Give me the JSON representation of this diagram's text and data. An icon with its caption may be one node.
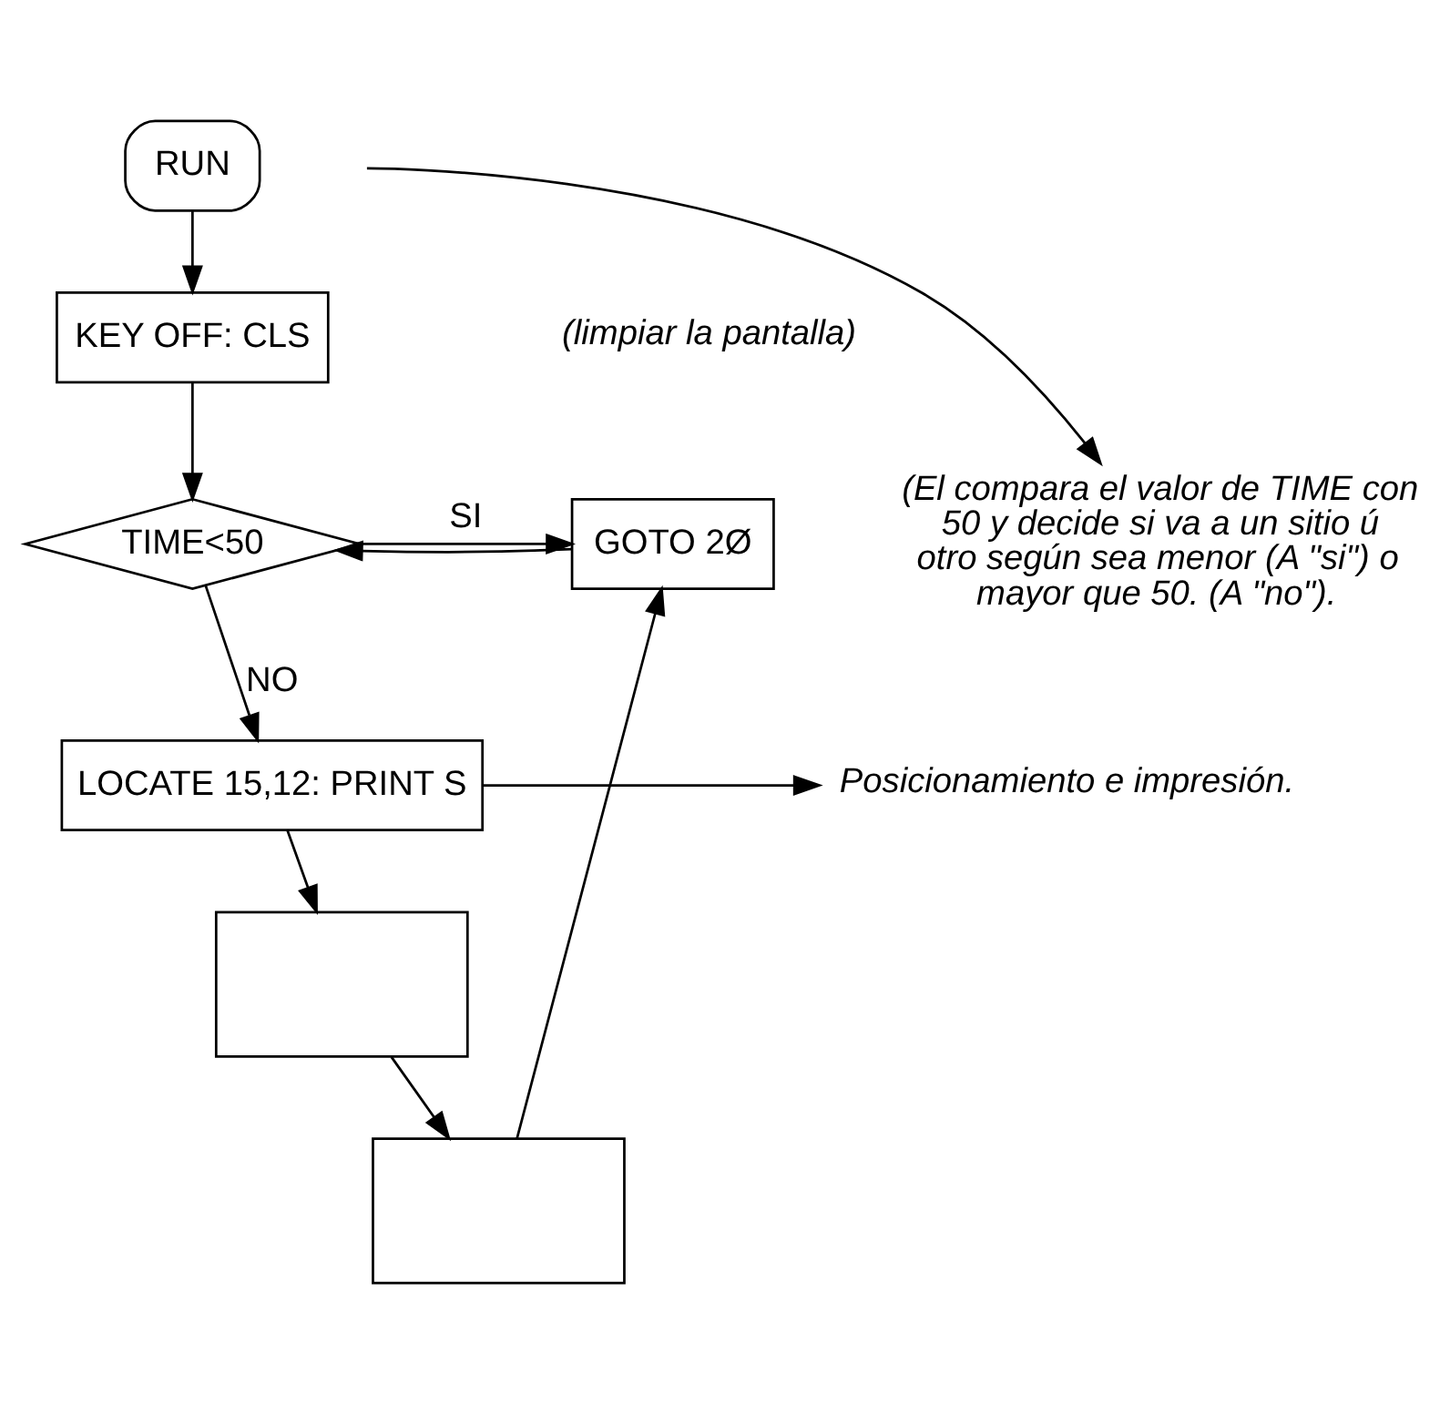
{
  "diagram": {
    "nodes": [
      {
        "text": [
          "RUN"
        ]
      },
      {
        "text": [
          "KEY OFF: CLS"
        ]
      },
      {
        "text": [
          "TIME<50"
        ]
      },
      {
        "text": [
          "GOTO 2Ø"
        ]
      },
      {
        "text": [
          "LOCATE 15,12: PRINT S"
        ]
      },
      {
        "text": [],
        "shape": "box"
      },
      {
        "text": [],
        "shape": "box"
      },
      {
        "text": [
          "(El compara el valor de TIME con 50 y decide si va a un sitio ú otro según sea menor (A \"si\") o mayor que 50. (A \"no\")."
        ]
      },
      {
        "text": [
          "Posicionamiento e impresión."
        ]
      }
    ],
    "edges": [
      {
        "from": 0,
        "to": 1,
        "arrow": "to"
      },
      {
        "from": 1,
        "to": 2,
        "arrow": "to"
      },
      {
        "from": 2,
        "to": 3,
        "arrow": "to",
        "label": "SI"
      },
      {
        "from": 2,
        "to": 4,
        "arrow": "to",
        "label": "NO"
      },
      {
        "from": 4,
        "to": 5,
        "arrow": "to"
      },
      {
        "from": 5,
        "to": 6,
        "arrow": "to"
      },
      {
        "from": 6,
        "to": 3,
        "arrow": "to"
      },
      {
        "from": 3,
        "to": 2,
        "arrow": "to"
      },
      {
        "from": null,
        "to": 7,
        "arrow": "to"
      },
      {
        "from": 4,
        "to": 8,
        "arrow": "to"
      }
    ],
    "labels": [
      "(limpiar la pantalla)"
    ]
  }
}
